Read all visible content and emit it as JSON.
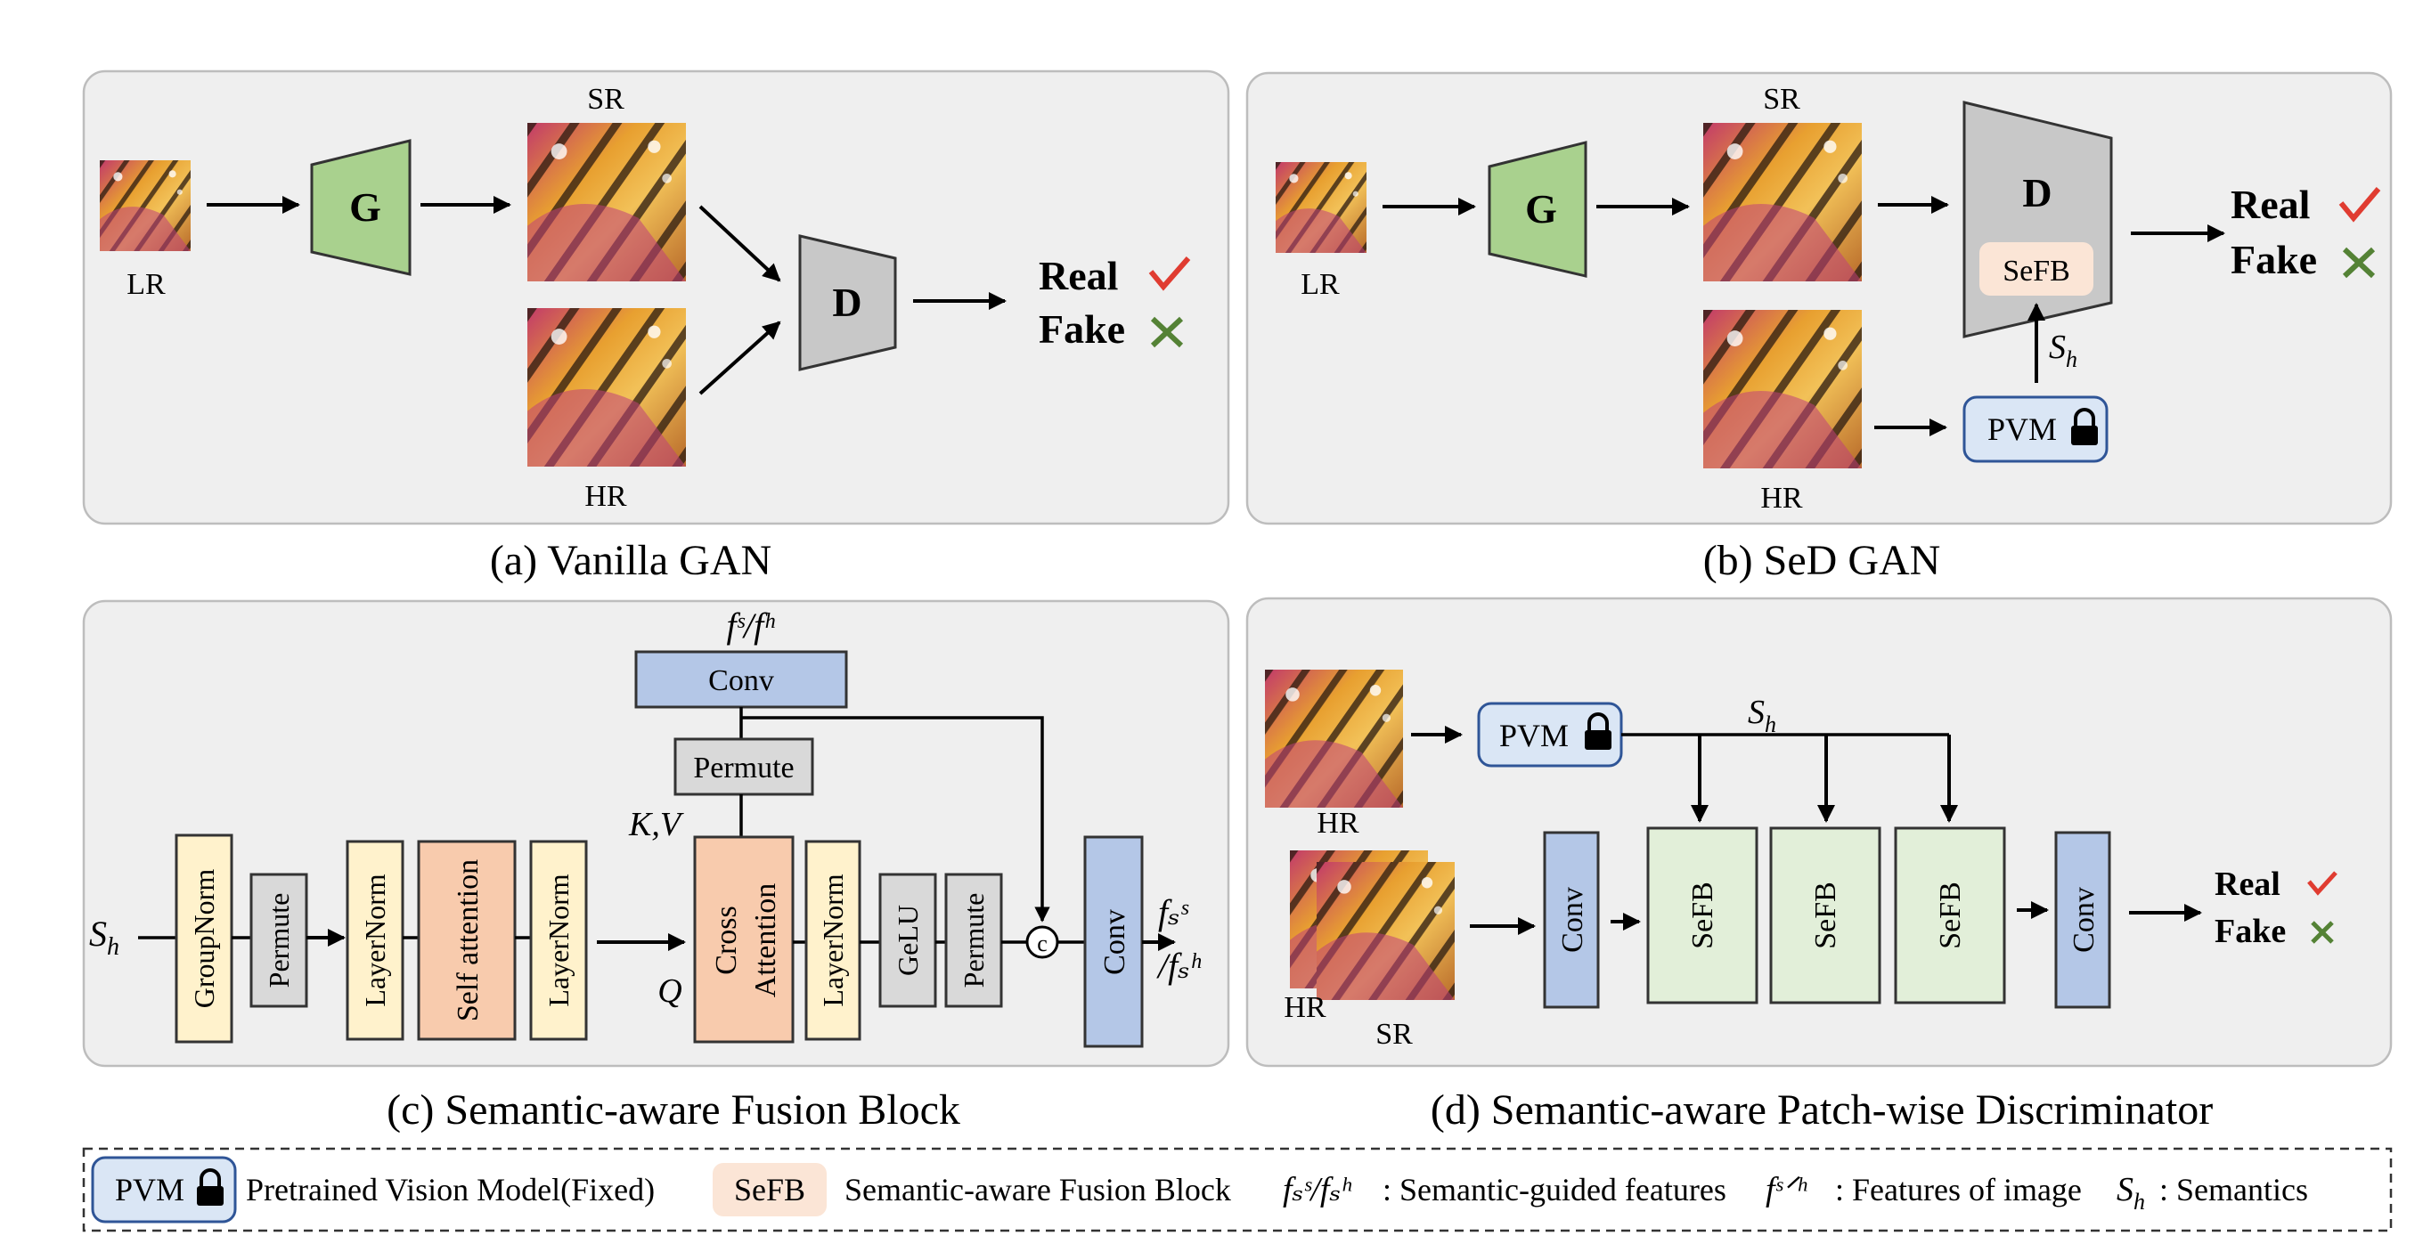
{
  "panels": {
    "a": {
      "caption": "(a) Vanilla GAN",
      "lr_label": "LR",
      "sr_label": "SR",
      "hr_label": "HR",
      "g_label": "G",
      "d_label": "D",
      "real_label": "Real",
      "fake_label": "Fake"
    },
    "b": {
      "caption": "(b) SeD GAN",
      "lr_label": "LR",
      "sr_label": "SR",
      "hr_label": "HR",
      "g_label": "G",
      "d_label": "D",
      "sefb_label": "SeFB",
      "pvm_label": "PVM",
      "sh_label": "S",
      "sh_sub": "h",
      "real_label": "Real",
      "fake_label": "Fake"
    },
    "c": {
      "caption": "(c) Semantic-aware Fusion Block",
      "input_s": "S",
      "input_sub": "h",
      "fs_fh_label": "fˢ/fʰ",
      "conv_top": "Conv",
      "permute_top": "Permute",
      "kv_label": "K,V",
      "q_label": "Q",
      "blocks": [
        "GroupNorm",
        "Permute",
        "LayerNorm",
        "Self attention",
        "LayerNorm",
        "Cross",
        "Attention",
        "LayerNorm",
        "GeLU",
        "Permute",
        "Conv"
      ],
      "concat_symbol": "c",
      "out_top": "fₛˢ",
      "out_bottom": "/fₛʰ"
    },
    "d": {
      "caption": "(d) Semantic-aware Patch-wise Discriminator",
      "hr_label_top": "HR",
      "hr_label_bottom": "HR",
      "sr_label": "SR",
      "pvm_label": "PVM",
      "sh_label": "S",
      "sh_sub": "h",
      "conv_left": "Conv",
      "sefb": [
        "SeFB",
        "SeFB",
        "SeFB"
      ],
      "conv_right": "Conv",
      "real_label": "Real",
      "fake_label": "Fake"
    }
  },
  "legend": {
    "pvm_box": "PVM",
    "pvm_desc": "Pretrained Vision Model(Fixed)",
    "sefb_box": "SeFB",
    "sefb_desc": "Semantic-aware Fusion Block",
    "features_sym": "fₛˢ/fₛʰ",
    "features_desc": ": Semantic-guided features",
    "image_sym": "fˢᐟʰ",
    "image_desc": ":  Features of image",
    "sem_sym": "S",
    "sem_sub": "h",
    "sem_desc": ": Semantics"
  },
  "colors": {
    "generator_green": "#a9d18e",
    "discriminator_gray": "#c8c8c8",
    "pvm_blue": "#dae6f5",
    "pvm_border": "#2f5597",
    "sefb_peach": "#fbe5d6",
    "norm_yellow": "#fff2cc",
    "attention_orange": "#f8cbad",
    "conv_blue": "#b4c7e7",
    "sefb_green": "#e2efd9",
    "check_red": "#e03c31",
    "cross_green": "#548235",
    "panel_bg": "#efefef"
  }
}
